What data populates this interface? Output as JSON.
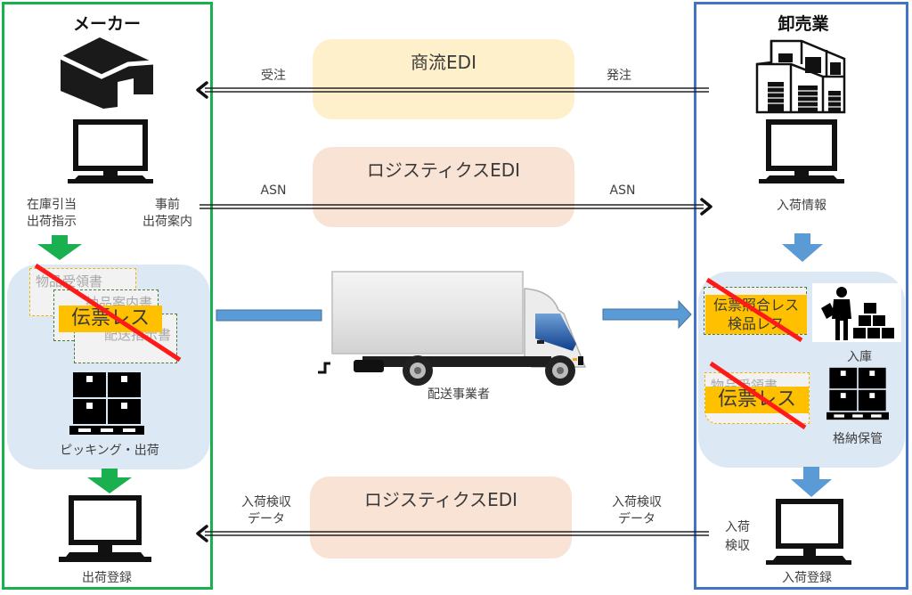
{
  "maker": {
    "title": "メーカー",
    "inventory_label_line1": "在庫引当",
    "inventory_label_line2": "出荷指示",
    "advance_label_line1": "事前",
    "advance_label_line2": "出荷案内",
    "docs": [
      "物品受領書",
      "納品案内書",
      "配送指示書"
    ],
    "slipless_badge": "伝票レス",
    "picking_label": "ピッキング・出荷",
    "shipping_register_label": "出荷登録",
    "accent_color": "#1aaf4f"
  },
  "wholesaler": {
    "title": "卸売業",
    "arrival_info_label": "入荷情報",
    "check_badge_line1": "伝票照合レス",
    "check_badge_line2": "検品レス",
    "receipt_doc": "物品受領書",
    "slipless_badge": "伝票レス",
    "warehousing_label": "入庫",
    "storage_label": "格納保管",
    "inspection_label_line1": "入荷",
    "inspection_label_line2": "検収",
    "arrival_register_label": "入荷登録",
    "accent_color": "#4472c4"
  },
  "flows": {
    "commercial_edi": {
      "title": "商流EDI",
      "left_label": "受注",
      "right_label": "発注",
      "direction": "wholesaler-to-maker"
    },
    "logistics_edi_asn": {
      "title": "ロジスティクスEDI",
      "left_label": "ASN",
      "right_label": "ASN",
      "direction": "maker-to-wholesaler"
    },
    "delivery": {
      "carrier_label": "配送事業者",
      "direction": "maker-to-wholesaler"
    },
    "logistics_edi_inspection": {
      "title": "ロジスティクスEDI",
      "left_label_line1": "入荷検収",
      "left_label_line2": "データ",
      "right_label_line1": "入荷検収",
      "right_label_line2": "データ",
      "direction": "wholesaler-to-maker"
    }
  }
}
